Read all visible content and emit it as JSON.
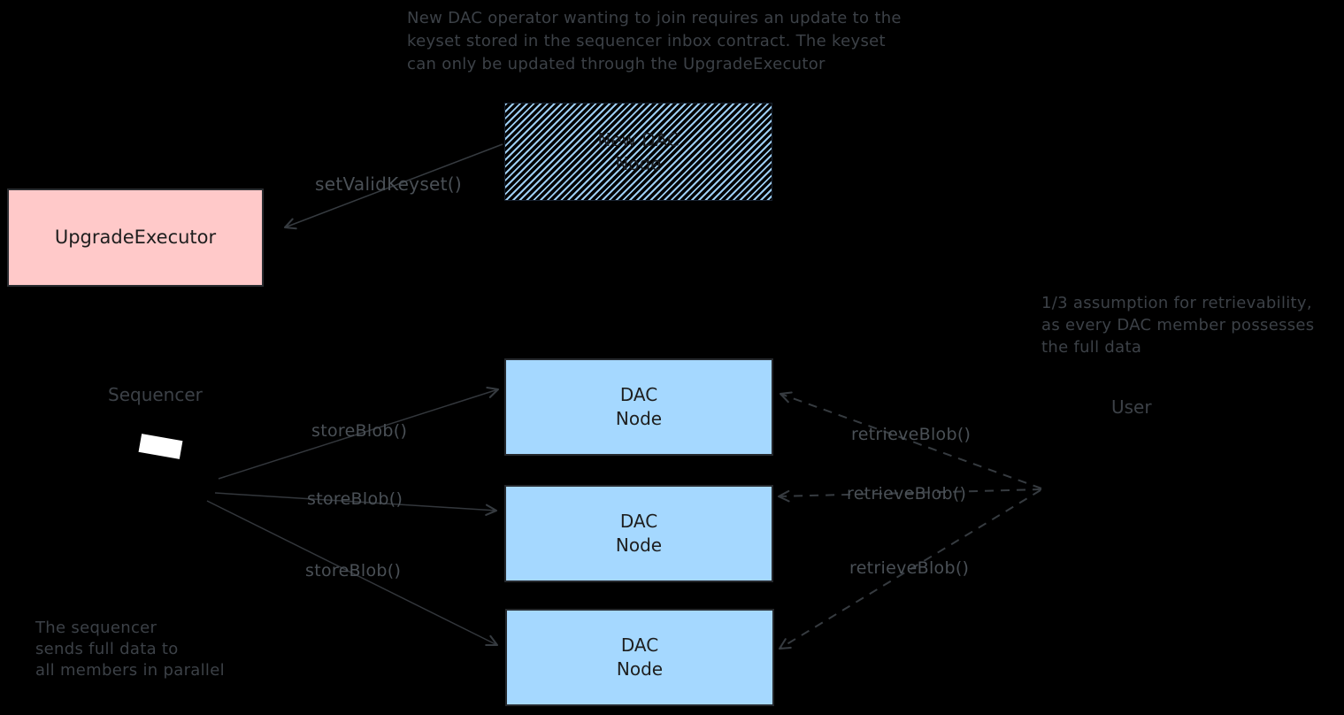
{
  "colors": {
    "background": "#000000",
    "stroke": "#363b40",
    "note_text": "#3c4147",
    "edge_label_text": "#4a5056",
    "upgrade_executor_fill": "#ffc9c9",
    "dac_node_fill": "#a5d8ff",
    "hatch_stroke": "#a5d8ff",
    "box_text": "#1e1e1e",
    "sequencer_chip": "#ffffff"
  },
  "notes": {
    "top": {
      "lines": [
        "New DAC operator wanting to join requires an update to the",
        "keyset stored in the sequencer inbox contract. The keyset",
        "can only be updated through the UpgradeExecutor"
      ]
    },
    "right": {
      "lines": [
        "1/3 assumption for retrievability,",
        "as every DAC member possesses",
        "the full data"
      ]
    },
    "bottom_left": {
      "lines": [
        "The sequencer",
        "sends full data to",
        "all members in parallel"
      ]
    }
  },
  "actors": {
    "sequencer_label": "Sequencer",
    "user_label": "User"
  },
  "boxes": {
    "upgrade_executor": {
      "label": "UpgradeExecutor"
    },
    "new_dac_node": {
      "line1": "New DAC",
      "line2": "Node"
    },
    "dac_nodes": [
      {
        "line1": "DAC",
        "line2": "Node"
      },
      {
        "line1": "DAC",
        "line2": "Node"
      },
      {
        "line1": "DAC",
        "line2": "Node"
      }
    ]
  },
  "edges": {
    "set_valid_keyset_label": "setValidKeyset()",
    "store_blob_labels": [
      "storeBlob()",
      "storeBlob()",
      "storeBlob()"
    ],
    "retrieve_blob_labels": [
      "retrieveBlob()",
      "retrieveBlob()",
      "retrieveBlob()"
    ]
  }
}
